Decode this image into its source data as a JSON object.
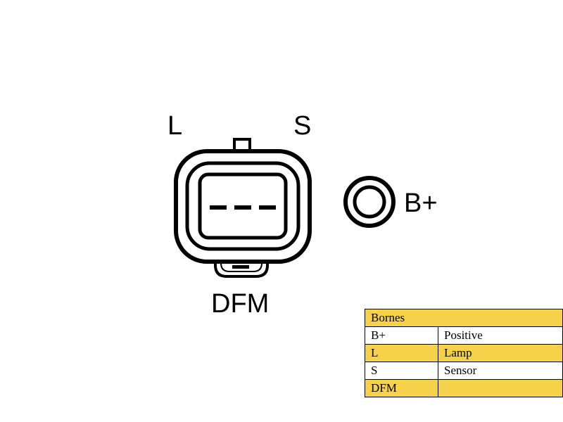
{
  "pins": {
    "l": "L",
    "s": "S",
    "b_plus": "B+",
    "dfm": "DFM"
  },
  "legend": {
    "title": "Bornes",
    "rows": [
      {
        "code": "B+",
        "meaning": "Positive",
        "highlight": false
      },
      {
        "code": "L",
        "meaning": "Lamp",
        "highlight": true
      },
      {
        "code": "S",
        "meaning": "Sensor",
        "highlight": false
      },
      {
        "code": "DFM",
        "meaning": "",
        "highlight": true
      }
    ]
  },
  "colors": {
    "highlight": "#f5d24a",
    "line": "#000000",
    "background": "#ffffff"
  }
}
